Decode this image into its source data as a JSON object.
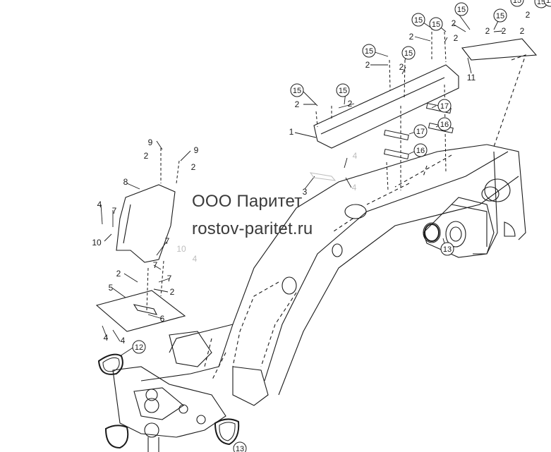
{
  "watermark": {
    "line1": "ООО Паритет",
    "line2": "rostov-paritet.ru"
  },
  "callouts": [
    {
      "label": "15",
      "circled": true
    },
    {
      "label": "2",
      "circled": false
    },
    {
      "label": "15",
      "circled": true
    },
    {
      "label": "2",
      "circled": false
    },
    {
      "label": "15",
      "circled": true
    },
    {
      "label": "2",
      "circled": false
    },
    {
      "label": "15",
      "circled": true
    },
    {
      "label": "2",
      "circled": false
    },
    {
      "label": "15",
      "circled": true
    },
    {
      "label": "2",
      "circled": false
    },
    {
      "label": "15",
      "circled": true
    },
    {
      "label": "2",
      "circled": false
    },
    {
      "label": "15",
      "circled": true
    },
    {
      "label": "2",
      "circled": false
    },
    {
      "label": "15",
      "circled": true
    },
    {
      "label": "2",
      "circled": false
    },
    {
      "label": "15",
      "circled": true
    },
    {
      "label": "2",
      "circled": false
    },
    {
      "label": "15",
      "circled": true
    },
    {
      "label": "2",
      "circled": false
    },
    {
      "label": "2",
      "circled": false
    },
    {
      "label": "11",
      "circled": false
    },
    {
      "label": "1",
      "circled": false
    },
    {
      "label": "17",
      "circled": true
    },
    {
      "label": "17",
      "circled": true
    },
    {
      "label": "16",
      "circled": true
    },
    {
      "label": "16",
      "circled": true
    },
    {
      "label": "3",
      "circled": false
    },
    {
      "label": "4",
      "circled": false
    },
    {
      "label": "4",
      "circled": false
    },
    {
      "label": "9",
      "circled": false
    },
    {
      "label": "2",
      "circled": false
    },
    {
      "label": "9",
      "circled": false
    },
    {
      "label": "2",
      "circled": false
    },
    {
      "label": "8",
      "circled": false
    },
    {
      "label": "4",
      "circled": false
    },
    {
      "label": "7",
      "circled": false
    },
    {
      "label": "10",
      "circled": false
    },
    {
      "label": "7",
      "circled": false
    },
    {
      "label": "7",
      "circled": false
    },
    {
      "label": "10",
      "circled": false
    },
    {
      "label": "4",
      "circled": false
    },
    {
      "label": "2",
      "circled": false
    },
    {
      "label": "7",
      "circled": false
    },
    {
      "label": "2",
      "circled": false
    },
    {
      "label": "5",
      "circled": false
    },
    {
      "label": "6",
      "circled": false
    },
    {
      "label": "4",
      "circled": false
    },
    {
      "label": "4",
      "circled": false
    },
    {
      "label": "12",
      "circled": true
    },
    {
      "label": "13",
      "circled": true
    },
    {
      "label": "13",
      "circled": true
    },
    {
      "label": "12",
      "circled": true
    }
  ],
  "colors": {
    "line": "#1a1a1a",
    "callout_fill": "#ffffff",
    "faded": "#bdbdbd"
  }
}
